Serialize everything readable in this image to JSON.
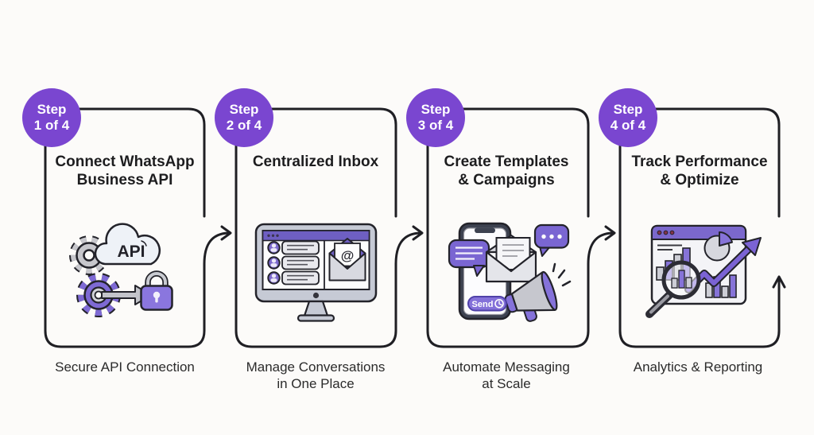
{
  "meta": {
    "type": "process-infographic",
    "steps_total": 4
  },
  "colors": {
    "background": "#fcfbf9",
    "outline": "#23232a",
    "badge_purple": "#7a46d0",
    "accent_purple": "#7b68cc",
    "purple_mid": "#8673d8",
    "gray_light": "#d8d9e0",
    "text_dark": "#1d1d1f"
  },
  "steps": [
    {
      "badge_line1": "Step",
      "badge_line2": "1 of 4",
      "title": "Connect WhatsApp\nBusiness API",
      "caption": "Secure API Connection",
      "illustration": "api-cloud-gears-lock",
      "labels": {
        "cloud": "API"
      }
    },
    {
      "badge_line1": "Step",
      "badge_line2": "2 of 4",
      "title": "Centralized Inbox",
      "caption": "Manage Conversations\nin One Place",
      "illustration": "desktop-inbox",
      "labels": {
        "at_symbol": "@"
      }
    },
    {
      "badge_line1": "Step",
      "badge_line2": "3 of 4",
      "title": "Create Templates\n& Campaigns",
      "caption": "Automate Messaging\nat Scale",
      "illustration": "phone-campaign-megaphone",
      "labels": {
        "send_button": "Send"
      }
    },
    {
      "badge_line1": "Step",
      "badge_line2": "4 of 4",
      "title": "Track Performance\n& Optimize",
      "caption": "Analytics & Reporting",
      "illustration": "analytics-dashboard"
    }
  ]
}
